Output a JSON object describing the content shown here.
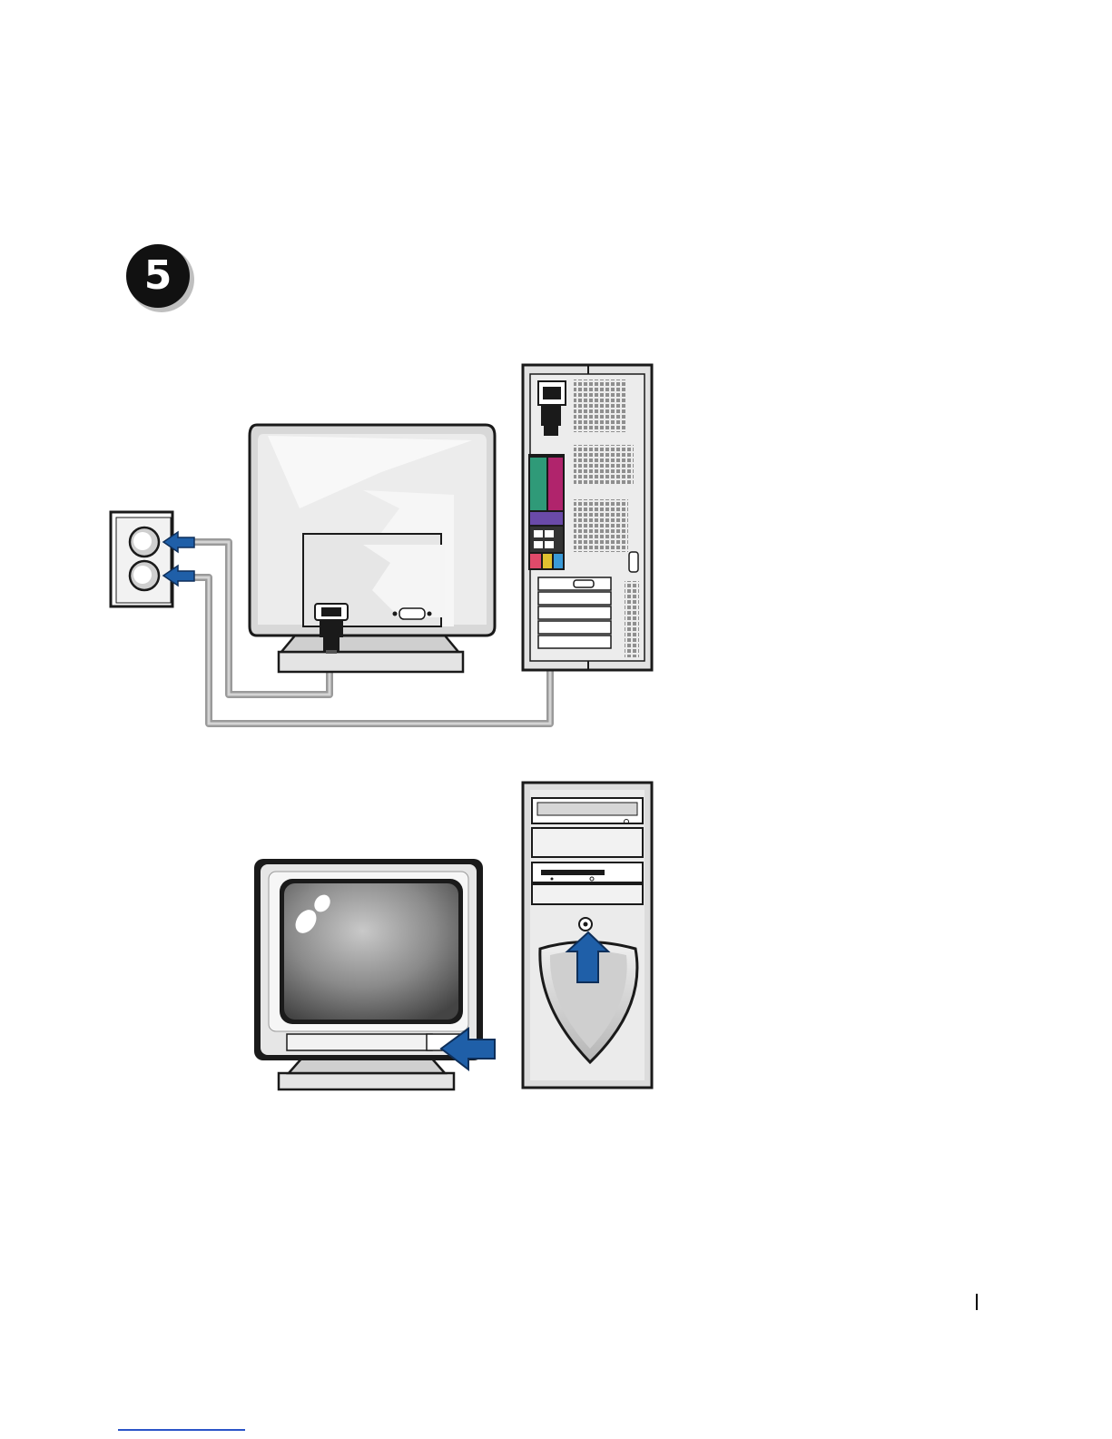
{
  "step": {
    "number": "5"
  },
  "illustrations": {
    "rear_view": [
      "wall-outlet",
      "monitor-back",
      "computer-back",
      "power-cable-monitor",
      "power-cable-computer"
    ],
    "front_view": [
      "monitor-front",
      "computer-front",
      "monitor-power-button-arrow",
      "computer-power-button-arrow"
    ]
  },
  "colors": {
    "arrow_blue": "#1f5fa8",
    "cable_gray": "#a9a9a9",
    "outline": "#1a1a1a",
    "panel_light": "#e7e7e7"
  }
}
